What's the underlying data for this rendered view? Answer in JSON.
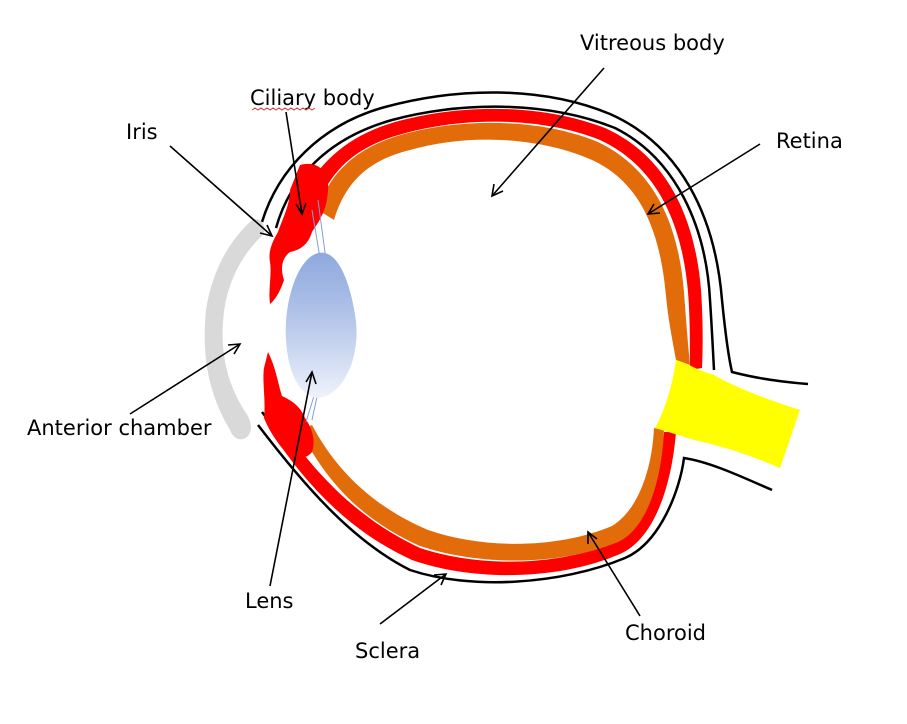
{
  "labels": {
    "vitreous_body": "Vitreous body",
    "ciliary_body": "Ciliary body",
    "iris": "Iris",
    "retina": "Retina",
    "anterior_chamber": "Anterior chamber",
    "lens": "Lens",
    "sclera": "Sclera",
    "choroid": "Choroid"
  },
  "colors": {
    "sclera_outline": "#000000",
    "choroid": "#ff0000",
    "retina": "#e36c0a",
    "cornea": "#d9d9d9",
    "optic_nerve": "#ffff00",
    "lens_top": "#8fa9de",
    "lens_bottom": "#e8eef9",
    "zonule": "#7f9fd9"
  }
}
